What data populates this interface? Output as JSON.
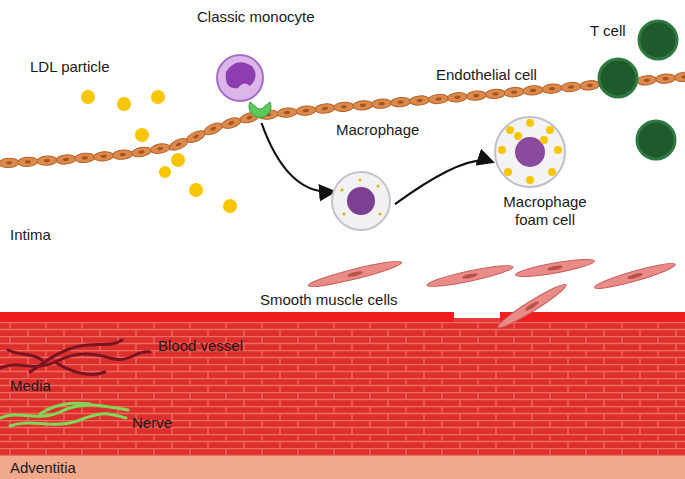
{
  "diagram": {
    "nodes": [
      {
        "text": [
          "Classic monocyte"
        ]
      },
      {
        "text": [
          "Macrophage"
        ]
      },
      {
        "text": [
          "Macrophage foam cell"
        ]
      }
    ],
    "edges": [
      {
        "from": 0,
        "to": 1,
        "arrow": "to"
      },
      {
        "from": 1,
        "to": 2,
        "arrow": "to"
      }
    ],
    "labels": [
      "LDL particle",
      "T cell",
      "Endothelial cell",
      "Intima",
      "Smooth muscle cells",
      "Blood vessel",
      "Media",
      "Nerve",
      "Adventitia"
    ]
  }
}
